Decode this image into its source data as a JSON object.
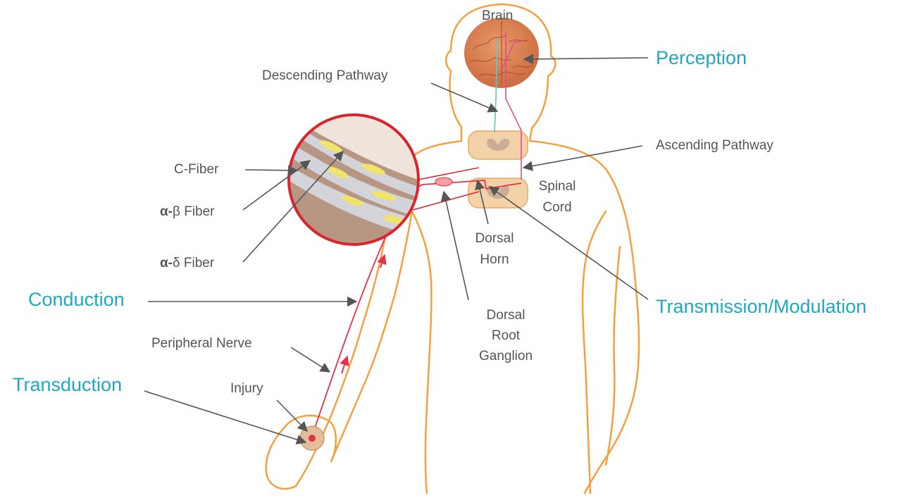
{
  "labels": {
    "brain": "Brain",
    "descending_pathway": "Descending Pathway",
    "ascending_pathway": "Ascending Pathway",
    "spinal_cord_1": "Spinal",
    "spinal_cord_2": "Cord",
    "c_fiber": "C-Fiber",
    "ab_fiber_greek": "α-",
    "ab_fiber_rest": "β Fiber",
    "ad_fiber_greek": "α-",
    "ad_fiber_rest": "δ Fiber",
    "dorsal_horn_1": "Dorsal",
    "dorsal_horn_2": "Horn",
    "drg_1": "Dorsal",
    "drg_2": "Root",
    "drg_3": "Ganglion",
    "peripheral_nerve": "Peripheral Nerve",
    "injury": "Injury"
  },
  "stages": {
    "perception": "Perception",
    "conduction": "Conduction",
    "transmission": "Transmission/Modulation",
    "transduction": "Transduction"
  },
  "colors": {
    "body_outline": "#f5a040",
    "stage_text": "#1fa8c0",
    "label_text": "#555555",
    "arrow": "#555555",
    "nerve": "#e8304a",
    "brain": "#d9784a",
    "spinal_segment": "#f4d2a8",
    "magnifier_ring": "#d8262e"
  }
}
